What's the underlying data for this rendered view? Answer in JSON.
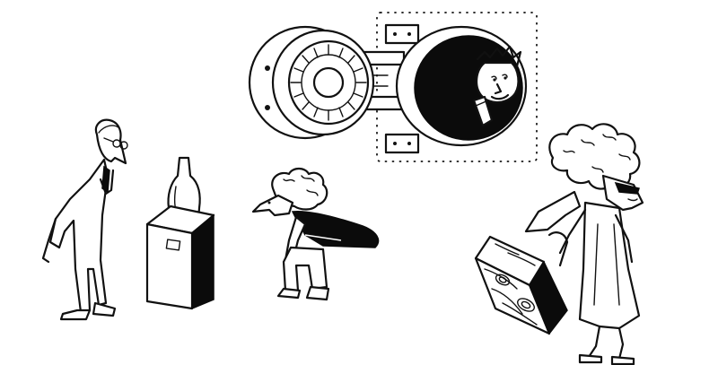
{
  "illustration": {
    "style": "black-and-white ink cartoon",
    "ink_color": "#111111",
    "paper_color": "#ffffff",
    "figures": [
      "vault-door-icon",
      "thief-in-vault",
      "gallery-visitor",
      "bottle-sculpture-on-plinth",
      "crouching-figure",
      "woman-with-wooden-box"
    ]
  }
}
